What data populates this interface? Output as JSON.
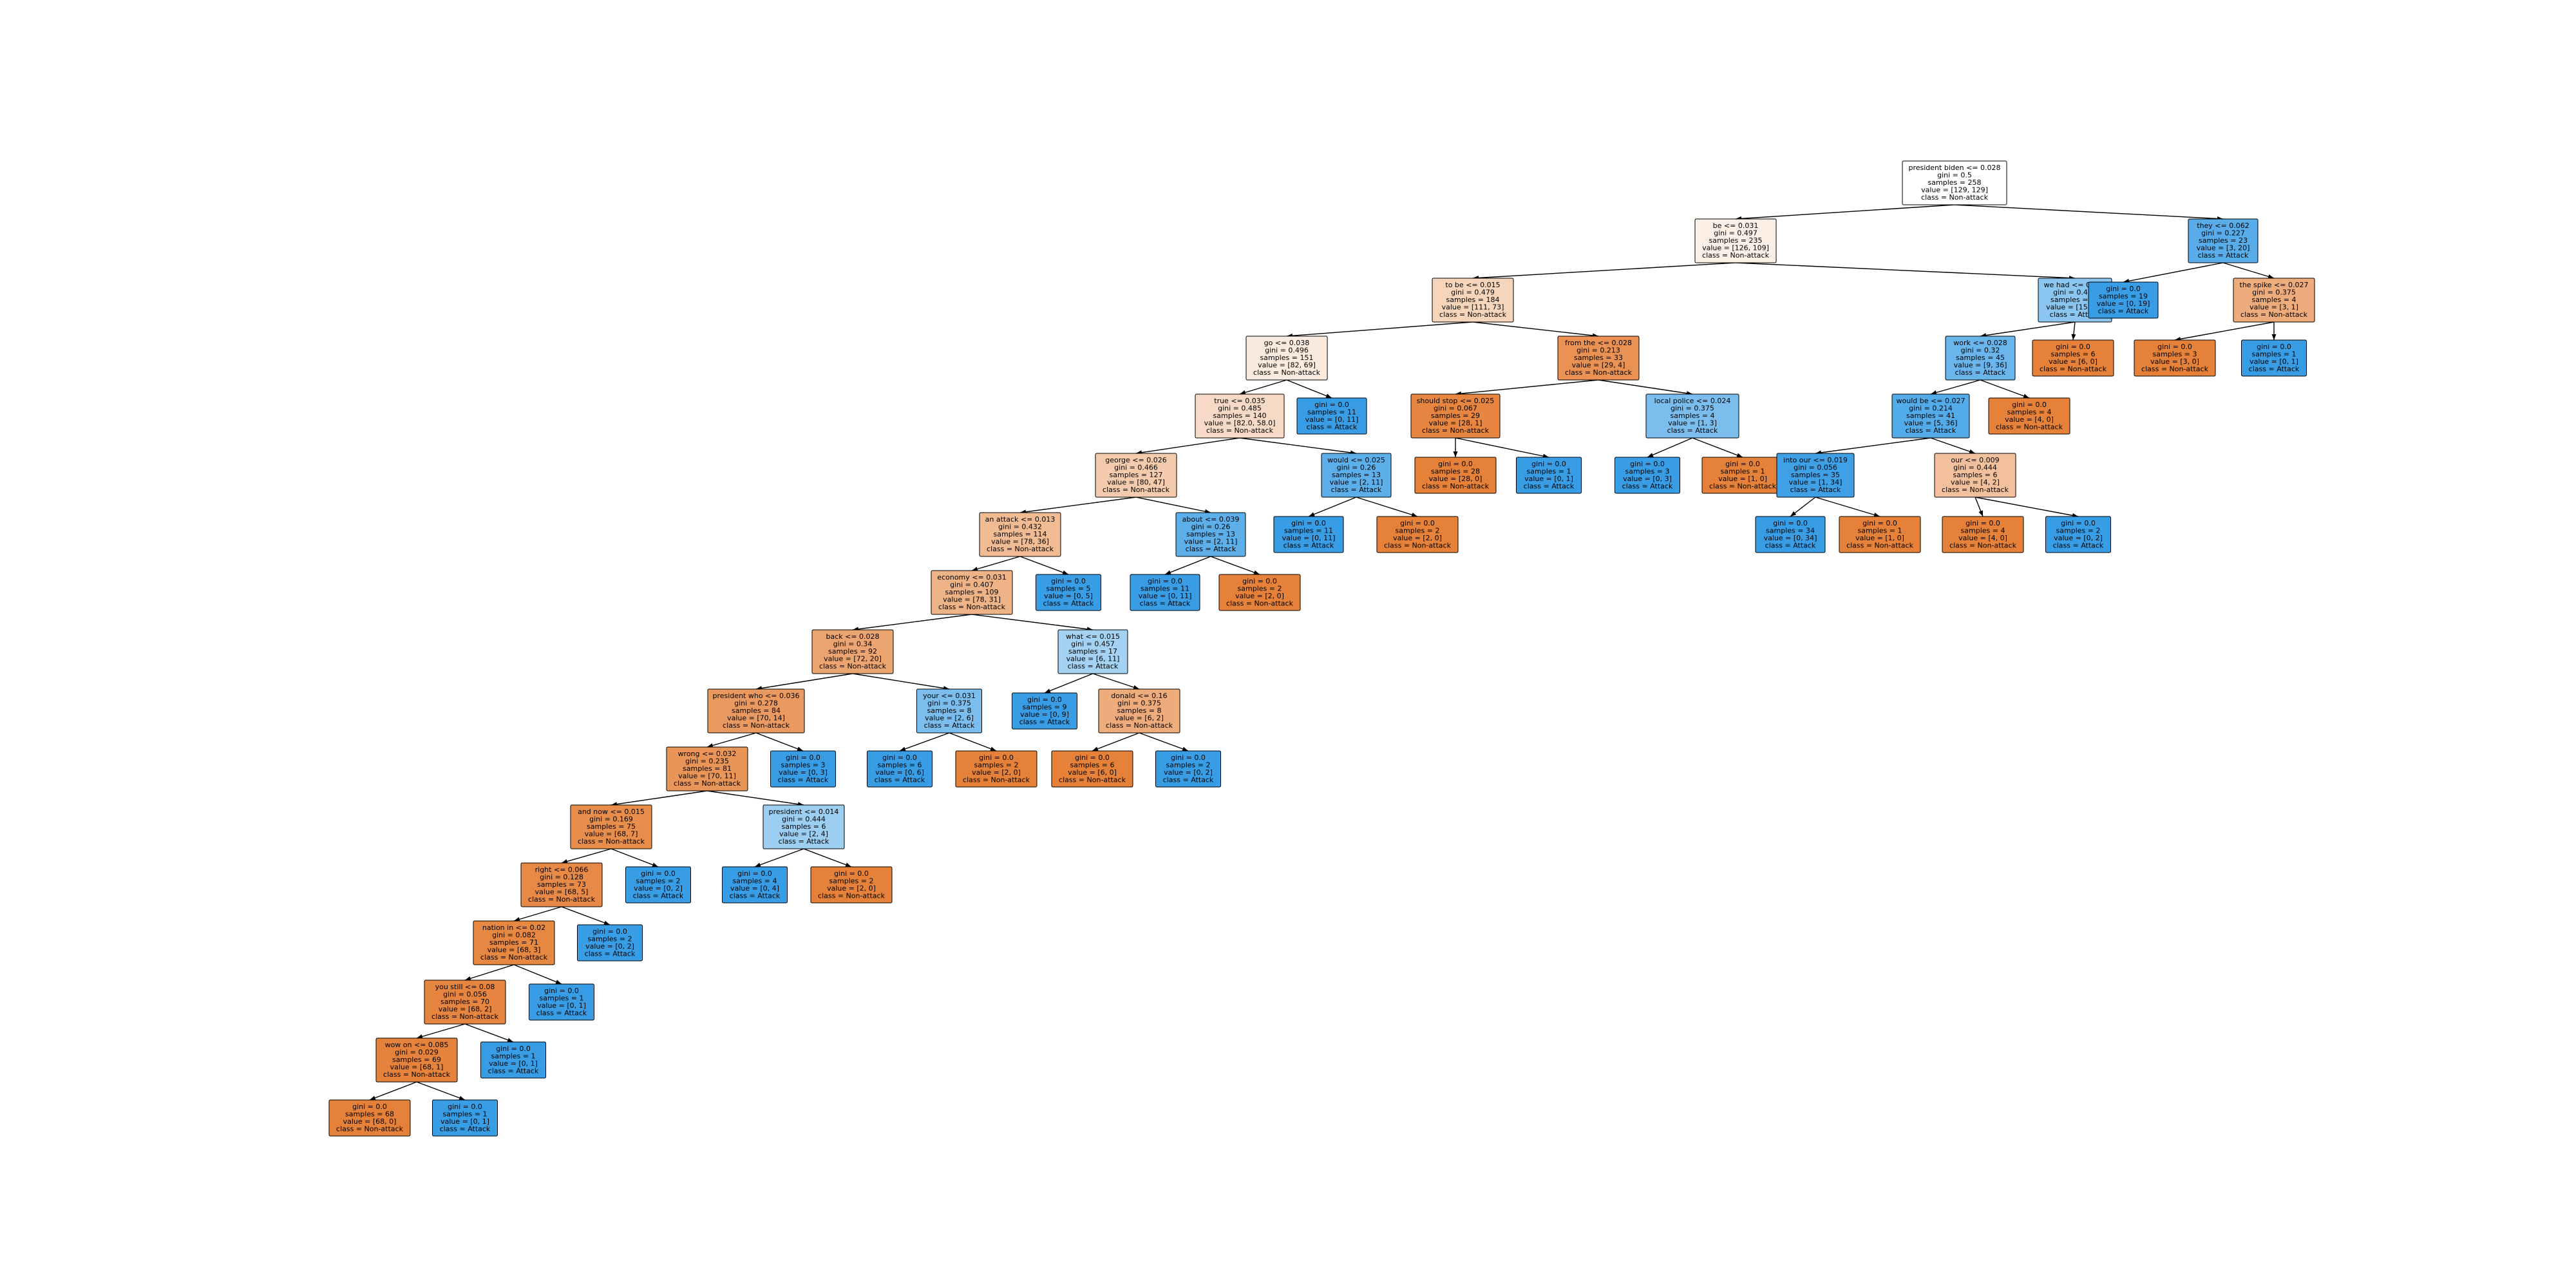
{
  "colors": {
    "attack_strong": "#399de5",
    "nonattack_strong": "#e58139",
    "neutral": "#ffffff",
    "edge": "#000000"
  },
  "nodes": [
    {
      "id": "n0",
      "lines": [
        "president biden <= 0.028",
        "gini = 0.5",
        "samples = 258",
        "value = [129, 129]",
        "class = Non-attack"
      ],
      "fill": "#ffffff"
    },
    {
      "id": "n1",
      "lines": [
        "be <= 0.031",
        "gini = 0.497",
        "samples = 235",
        "value = [126, 109]",
        "class = Non-attack"
      ],
      "fill": "#fcefe5"
    },
    {
      "id": "n2",
      "lines": [
        "they <= 0.062",
        "gini = 0.227",
        "samples = 23",
        "value = [3, 20]",
        "class = Attack"
      ],
      "fill": "#57ace9"
    },
    {
      "id": "n3",
      "lines": [
        "to be <= 0.015",
        "gini = 0.479",
        "samples = 184",
        "value = [111, 73]",
        "class = Non-attack"
      ],
      "fill": "#f6d5bb"
    },
    {
      "id": "n4",
      "lines": [
        "we had <= 0.029",
        "gini = 0.415",
        "samples = 51",
        "value = [15, 36]",
        "class = Attack"
      ],
      "fill": "#8bc6f0"
    },
    {
      "id": "n5",
      "lines": [
        "gini = 0.0",
        "samples = 19",
        "value = [0, 19]",
        "class = Attack"
      ],
      "fill": "#399de5"
    },
    {
      "id": "n6",
      "lines": [
        "the spike <= 0.027",
        "gini = 0.375",
        "samples = 4",
        "value = [3, 1]",
        "class = Non-attack"
      ],
      "fill": "#eeab7b"
    },
    {
      "id": "n7",
      "lines": [
        "go <= 0.038",
        "gini = 0.496",
        "samples = 151",
        "value = [82, 69]",
        "class = Non-attack"
      ],
      "fill": "#fbebdf"
    },
    {
      "id": "n8",
      "lines": [
        "from the <= 0.028",
        "gini = 0.213",
        "samples = 33",
        "value = [29, 4]",
        "class = Non-attack"
      ],
      "fill": "#e99254"
    },
    {
      "id": "n9",
      "lines": [
        "work <= 0.028",
        "gini = 0.32",
        "samples = 45",
        "value = [9, 36]",
        "class = Attack"
      ],
      "fill": "#6ab6ec"
    },
    {
      "id": "n10",
      "lines": [
        "gini = 0.0",
        "samples = 6",
        "value = [6, 0]",
        "class = Non-attack"
      ],
      "fill": "#e58139"
    },
    {
      "id": "n11",
      "lines": [
        "gini = 0.0",
        "samples = 3",
        "value = [3, 0]",
        "class = Non-attack"
      ],
      "fill": "#e58139"
    },
    {
      "id": "n12",
      "lines": [
        "gini = 0.0",
        "samples = 1",
        "value = [0, 1]",
        "class = Attack"
      ],
      "fill": "#399de5"
    },
    {
      "id": "n13",
      "lines": [
        "true <= 0.035",
        "gini = 0.485",
        "samples = 140",
        "value = [82.0, 58.0]",
        "class = Non-attack"
      ],
      "fill": "#f7dac5"
    },
    {
      "id": "n14",
      "lines": [
        "gini = 0.0",
        "samples = 11",
        "value = [0, 11]",
        "class = Attack"
      ],
      "fill": "#399de5"
    },
    {
      "id": "n15",
      "lines": [
        "should stop <= 0.025",
        "gini = 0.067",
        "samples = 29",
        "value = [28, 1]",
        "class = Non-attack"
      ],
      "fill": "#e68640"
    },
    {
      "id": "n16",
      "lines": [
        "local police <= 0.024",
        "gini = 0.375",
        "samples = 4",
        "value = [1, 3]",
        "class = Attack"
      ],
      "fill": "#7bbeee"
    },
    {
      "id": "n17",
      "lines": [
        "would be <= 0.027",
        "gini = 0.214",
        "samples = 41",
        "value = [5, 36]",
        "class = Attack"
      ],
      "fill": "#54abe9"
    },
    {
      "id": "n18",
      "lines": [
        "gini = 0.0",
        "samples = 4",
        "value = [4, 0]",
        "class = Non-attack"
      ],
      "fill": "#e58139"
    },
    {
      "id": "n19",
      "lines": [
        "george <= 0.026",
        "gini = 0.466",
        "samples = 127",
        "value = [80, 47]",
        "class = Non-attack"
      ],
      "fill": "#f4cbad"
    },
    {
      "id": "n20",
      "lines": [
        "would <= 0.025",
        "gini = 0.26",
        "samples = 13",
        "value = [2, 11]",
        "class = Attack"
      ],
      "fill": "#5dafea"
    },
    {
      "id": "n21",
      "lines": [
        "gini = 0.0",
        "samples = 28",
        "value = [28, 0]",
        "class = Non-attack"
      ],
      "fill": "#e58139"
    },
    {
      "id": "n22",
      "lines": [
        "gini = 0.0",
        "samples = 1",
        "value = [0, 1]",
        "class = Attack"
      ],
      "fill": "#399de5"
    },
    {
      "id": "n23",
      "lines": [
        "gini = 0.0",
        "samples = 3",
        "value = [0, 3]",
        "class = Attack"
      ],
      "fill": "#399de5"
    },
    {
      "id": "n24",
      "lines": [
        "gini = 0.0",
        "samples = 1",
        "value = [1, 0]",
        "class = Non-attack"
      ],
      "fill": "#e58139"
    },
    {
      "id": "n25",
      "lines": [
        "into our <= 0.019",
        "gini = 0.056",
        "samples = 35",
        "value = [1, 34]",
        "class = Attack"
      ],
      "fill": "#3fa0e6"
    },
    {
      "id": "n26",
      "lines": [
        "our <= 0.009",
        "gini = 0.444",
        "samples = 6",
        "value = [4, 2]",
        "class = Non-attack"
      ],
      "fill": "#f2c09c"
    },
    {
      "id": "n27",
      "lines": [
        "an attack <= 0.013",
        "gini = 0.432",
        "samples = 114",
        "value = [78, 36]",
        "class = Non-attack"
      ],
      "fill": "#f1bb94"
    },
    {
      "id": "n28",
      "lines": [
        "about <= 0.039",
        "gini = 0.26",
        "samples = 13",
        "value = [2, 11]",
        "class = Attack"
      ],
      "fill": "#5dafea"
    },
    {
      "id": "n29",
      "lines": [
        "gini = 0.0",
        "samples = 11",
        "value = [0, 11]",
        "class = Attack"
      ],
      "fill": "#399de5"
    },
    {
      "id": "n30",
      "lines": [
        "gini = 0.0",
        "samples = 2",
        "value = [2, 0]",
        "class = Non-attack"
      ],
      "fill": "#e58139"
    },
    {
      "id": "n31",
      "lines": [
        "gini = 0.0",
        "samples = 34",
        "value = [0, 34]",
        "class = Attack"
      ],
      "fill": "#399de5"
    },
    {
      "id": "n32",
      "lines": [
        "gini = 0.0",
        "samples = 1",
        "value = [1, 0]",
        "class = Non-attack"
      ],
      "fill": "#e58139"
    },
    {
      "id": "n33",
      "lines": [
        "gini = 0.0",
        "samples = 4",
        "value = [4, 0]",
        "class = Non-attack"
      ],
      "fill": "#e58139"
    },
    {
      "id": "n34",
      "lines": [
        "gini = 0.0",
        "samples = 2",
        "value = [0, 2]",
        "class = Attack"
      ],
      "fill": "#399de5"
    },
    {
      "id": "n35",
      "lines": [
        "economy <= 0.031",
        "gini = 0.407",
        "samples = 109",
        "value = [78, 31]",
        "class = Non-attack"
      ],
      "fill": "#efb388"
    },
    {
      "id": "n36",
      "lines": [
        "gini = 0.0",
        "samples = 5",
        "value = [0, 5]",
        "class = Attack"
      ],
      "fill": "#399de5"
    },
    {
      "id": "n37",
      "lines": [
        "gini = 0.0",
        "samples = 11",
        "value = [0, 11]",
        "class = Attack"
      ],
      "fill": "#399de5"
    },
    {
      "id": "n38",
      "lines": [
        "gini = 0.0",
        "samples = 2",
        "value = [2, 0]",
        "class = Non-attack"
      ],
      "fill": "#e58139"
    },
    {
      "id": "n39",
      "lines": [
        "back <= 0.028",
        "gini = 0.34",
        "samples = 92",
        "value = [72, 20]",
        "class = Non-attack"
      ],
      "fill": "#eca470"
    },
    {
      "id": "n40",
      "lines": [
        "what <= 0.015",
        "gini = 0.457",
        "samples = 17",
        "value = [6, 11]",
        "class = Attack"
      ],
      "fill": "#a5d2f3"
    },
    {
      "id": "n41",
      "lines": [
        "president who <= 0.036",
        "gini = 0.278",
        "samples = 84",
        "value = [70, 14]",
        "class = Non-attack"
      ],
      "fill": "#ea9a61"
    },
    {
      "id": "n42",
      "lines": [
        "your <= 0.031",
        "gini = 0.375",
        "samples = 8",
        "value = [2, 6]",
        "class = Attack"
      ],
      "fill": "#7bbeee"
    },
    {
      "id": "n43",
      "lines": [
        "gini = 0.0",
        "samples = 9",
        "value = [0, 9]",
        "class = Attack"
      ],
      "fill": "#399de5"
    },
    {
      "id": "n44",
      "lines": [
        "donald <= 0.16",
        "gini = 0.375",
        "samples = 8",
        "value = [6, 2]",
        "class = Non-attack"
      ],
      "fill": "#eeab7b"
    },
    {
      "id": "n45",
      "lines": [
        "wrong <= 0.032",
        "gini = 0.235",
        "samples = 81",
        "value = [70, 11]",
        "class = Non-attack"
      ],
      "fill": "#e99558"
    },
    {
      "id": "n46",
      "lines": [
        "gini = 0.0",
        "samples = 3",
        "value = [0, 3]",
        "class = Attack"
      ],
      "fill": "#399de5"
    },
    {
      "id": "n47",
      "lines": [
        "gini = 0.0",
        "samples = 6",
        "value = [0, 6]",
        "class = Attack"
      ],
      "fill": "#399de5"
    },
    {
      "id": "n48",
      "lines": [
        "gini = 0.0",
        "samples = 2",
        "value = [2, 0]",
        "class = Non-attack"
      ],
      "fill": "#e58139"
    },
    {
      "id": "n49",
      "lines": [
        "gini = 0.0",
        "samples = 6",
        "value = [6, 0]",
        "class = Non-attack"
      ],
      "fill": "#e58139"
    },
    {
      "id": "n50",
      "lines": [
        "gini = 0.0",
        "samples = 2",
        "value = [0, 2]",
        "class = Attack"
      ],
      "fill": "#399de5"
    },
    {
      "id": "n51",
      "lines": [
        "and now <= 0.015",
        "gini = 0.169",
        "samples = 75",
        "value = [68, 7]",
        "class = Non-attack"
      ],
      "fill": "#e88e4d"
    },
    {
      "id": "n52",
      "lines": [
        "president <= 0.014",
        "gini = 0.444",
        "samples = 6",
        "value = [2, 4]",
        "class = Attack"
      ],
      "fill": "#9ccef2"
    },
    {
      "id": "n53",
      "lines": [
        "right <= 0.066",
        "gini = 0.128",
        "samples = 73",
        "value = [68, 5]",
        "class = Non-attack"
      ],
      "fill": "#e78a48"
    },
    {
      "id": "n54",
      "lines": [
        "gini = 0.0",
        "samples = 2",
        "value = [0, 2]",
        "class = Attack"
      ],
      "fill": "#399de5"
    },
    {
      "id": "n55",
      "lines": [
        "gini = 0.0",
        "samples = 4",
        "value = [0, 4]",
        "class = Attack"
      ],
      "fill": "#399de5"
    },
    {
      "id": "n56",
      "lines": [
        "gini = 0.0",
        "samples = 2",
        "value = [2, 0]",
        "class = Non-attack"
      ],
      "fill": "#e58139"
    },
    {
      "id": "n57",
      "lines": [
        "nation in <= 0.02",
        "gini = 0.082",
        "samples = 71",
        "value = [68, 3]",
        "class = Non-attack"
      ],
      "fill": "#e68742"
    },
    {
      "id": "n58",
      "lines": [
        "gini = 0.0",
        "samples = 2",
        "value = [0, 2]",
        "class = Attack"
      ],
      "fill": "#399de5"
    },
    {
      "id": "n59",
      "lines": [
        "you still <= 0.08",
        "gini = 0.056",
        "samples = 70",
        "value = [68, 2]",
        "class = Non-attack"
      ],
      "fill": "#e6853f"
    },
    {
      "id": "n60",
      "lines": [
        "gini = 0.0",
        "samples = 1",
        "value = [0, 1]",
        "class = Attack"
      ],
      "fill": "#399de5"
    },
    {
      "id": "n61",
      "lines": [
        "wow on <= 0.085",
        "gini = 0.029",
        "samples = 69",
        "value = [68, 1]",
        "class = Non-attack"
      ],
      "fill": "#e5833c"
    },
    {
      "id": "n62",
      "lines": [
        "gini = 0.0",
        "samples = 1",
        "value = [0, 1]",
        "class = Attack"
      ],
      "fill": "#399de5"
    },
    {
      "id": "n63",
      "lines": [
        "gini = 0.0",
        "samples = 68",
        "value = [68, 0]",
        "class = Non-attack"
      ],
      "fill": "#e58139"
    },
    {
      "id": "n64",
      "lines": [
        "gini = 0.0",
        "samples = 1",
        "value = [0, 1]",
        "class = Attack"
      ],
      "fill": "#399de5"
    }
  ],
  "edges": [
    [
      "n0",
      "n1"
    ],
    [
      "n0",
      "n2"
    ],
    [
      "n1",
      "n3"
    ],
    [
      "n1",
      "n4"
    ],
    [
      "n2",
      "n5"
    ],
    [
      "n2",
      "n6"
    ],
    [
      "n3",
      "n7"
    ],
    [
      "n3",
      "n8"
    ],
    [
      "n4",
      "n9"
    ],
    [
      "n4",
      "n10"
    ],
    [
      "n6",
      "n11"
    ],
    [
      "n6",
      "n12"
    ],
    [
      "n7",
      "n13"
    ],
    [
      "n7",
      "n14"
    ],
    [
      "n8",
      "n15"
    ],
    [
      "n8",
      "n16"
    ],
    [
      "n9",
      "n17"
    ],
    [
      "n9",
      "n18"
    ],
    [
      "n13",
      "n19"
    ],
    [
      "n13",
      "n20"
    ],
    [
      "n15",
      "n21"
    ],
    [
      "n15",
      "n22"
    ],
    [
      "n16",
      "n23"
    ],
    [
      "n16",
      "n24"
    ],
    [
      "n17",
      "n25"
    ],
    [
      "n17",
      "n26"
    ],
    [
      "n19",
      "n27"
    ],
    [
      "n19",
      "n28"
    ],
    [
      "n20",
      "n29"
    ],
    [
      "n20",
      "n30"
    ],
    [
      "n25",
      "n31"
    ],
    [
      "n25",
      "n32"
    ],
    [
      "n26",
      "n33"
    ],
    [
      "n26",
      "n34"
    ],
    [
      "n27",
      "n35"
    ],
    [
      "n27",
      "n36"
    ],
    [
      "n28",
      "n37"
    ],
    [
      "n28",
      "n38"
    ],
    [
      "n35",
      "n39"
    ],
    [
      "n35",
      "n40"
    ],
    [
      "n39",
      "n41"
    ],
    [
      "n39",
      "n42"
    ],
    [
      "n40",
      "n43"
    ],
    [
      "n40",
      "n44"
    ],
    [
      "n41",
      "n45"
    ],
    [
      "n41",
      "n46"
    ],
    [
      "n42",
      "n47"
    ],
    [
      "n42",
      "n48"
    ],
    [
      "n44",
      "n49"
    ],
    [
      "n44",
      "n50"
    ],
    [
      "n45",
      "n51"
    ],
    [
      "n45",
      "n52"
    ],
    [
      "n51",
      "n53"
    ],
    [
      "n51",
      "n54"
    ],
    [
      "n52",
      "n55"
    ],
    [
      "n52",
      "n56"
    ],
    [
      "n53",
      "n57"
    ],
    [
      "n53",
      "n58"
    ],
    [
      "n57",
      "n59"
    ],
    [
      "n57",
      "n60"
    ],
    [
      "n59",
      "n61"
    ],
    [
      "n59",
      "n62"
    ],
    [
      "n61",
      "n63"
    ],
    [
      "n61",
      "n64"
    ]
  ]
}
